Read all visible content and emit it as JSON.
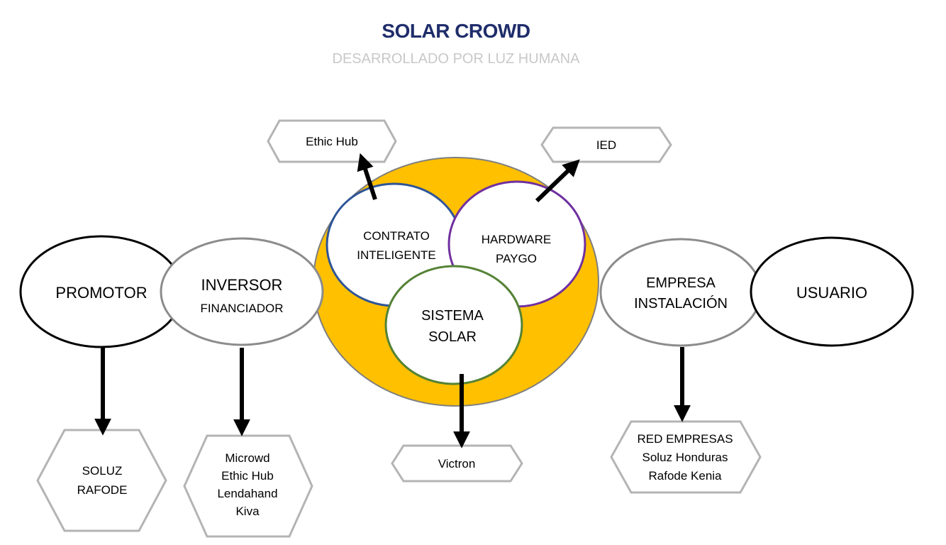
{
  "header": {
    "title": "SOLAR CROWD",
    "subtitle": "DESARROLLADO POR LUZ HUMANA"
  },
  "actors": {
    "promotor": "PROMOTOR",
    "inversor": [
      "INVERSOR",
      "FINANCIADOR"
    ],
    "empresa": [
      "EMPRESA",
      "INSTALACIÓN"
    ],
    "usuario": "USUARIO"
  },
  "core": {
    "contrato": [
      "CONTRATO",
      "INTELIGENTE"
    ],
    "hardware": [
      "HARDWARE",
      "PAYGO"
    ],
    "sistema": [
      "SISTEMA",
      "SOLAR"
    ]
  },
  "providers": {
    "ethic_hub": "Ethic Hub",
    "ied": "IED",
    "victron": "Victron",
    "promotor_list": [
      "SOLUZ",
      "RAFODE"
    ],
    "inversor_list": [
      "Microwd",
      "Ethic Hub",
      "Lendahand",
      "Kiva"
    ],
    "empresa_list": [
      "RED EMPRESAS",
      "Soluz Honduras",
      "Rafode Kenia"
    ]
  },
  "colors": {
    "title": "#1f2d6b",
    "subtitle": "#c8c8c8",
    "core_fill": "#ffc000",
    "contrato_stroke": "#2f5597",
    "hardware_stroke": "#7030a0",
    "sistema_stroke": "#548235",
    "grey_stroke": "#8c8c8c",
    "hex_stroke": "#b4b4b4"
  }
}
